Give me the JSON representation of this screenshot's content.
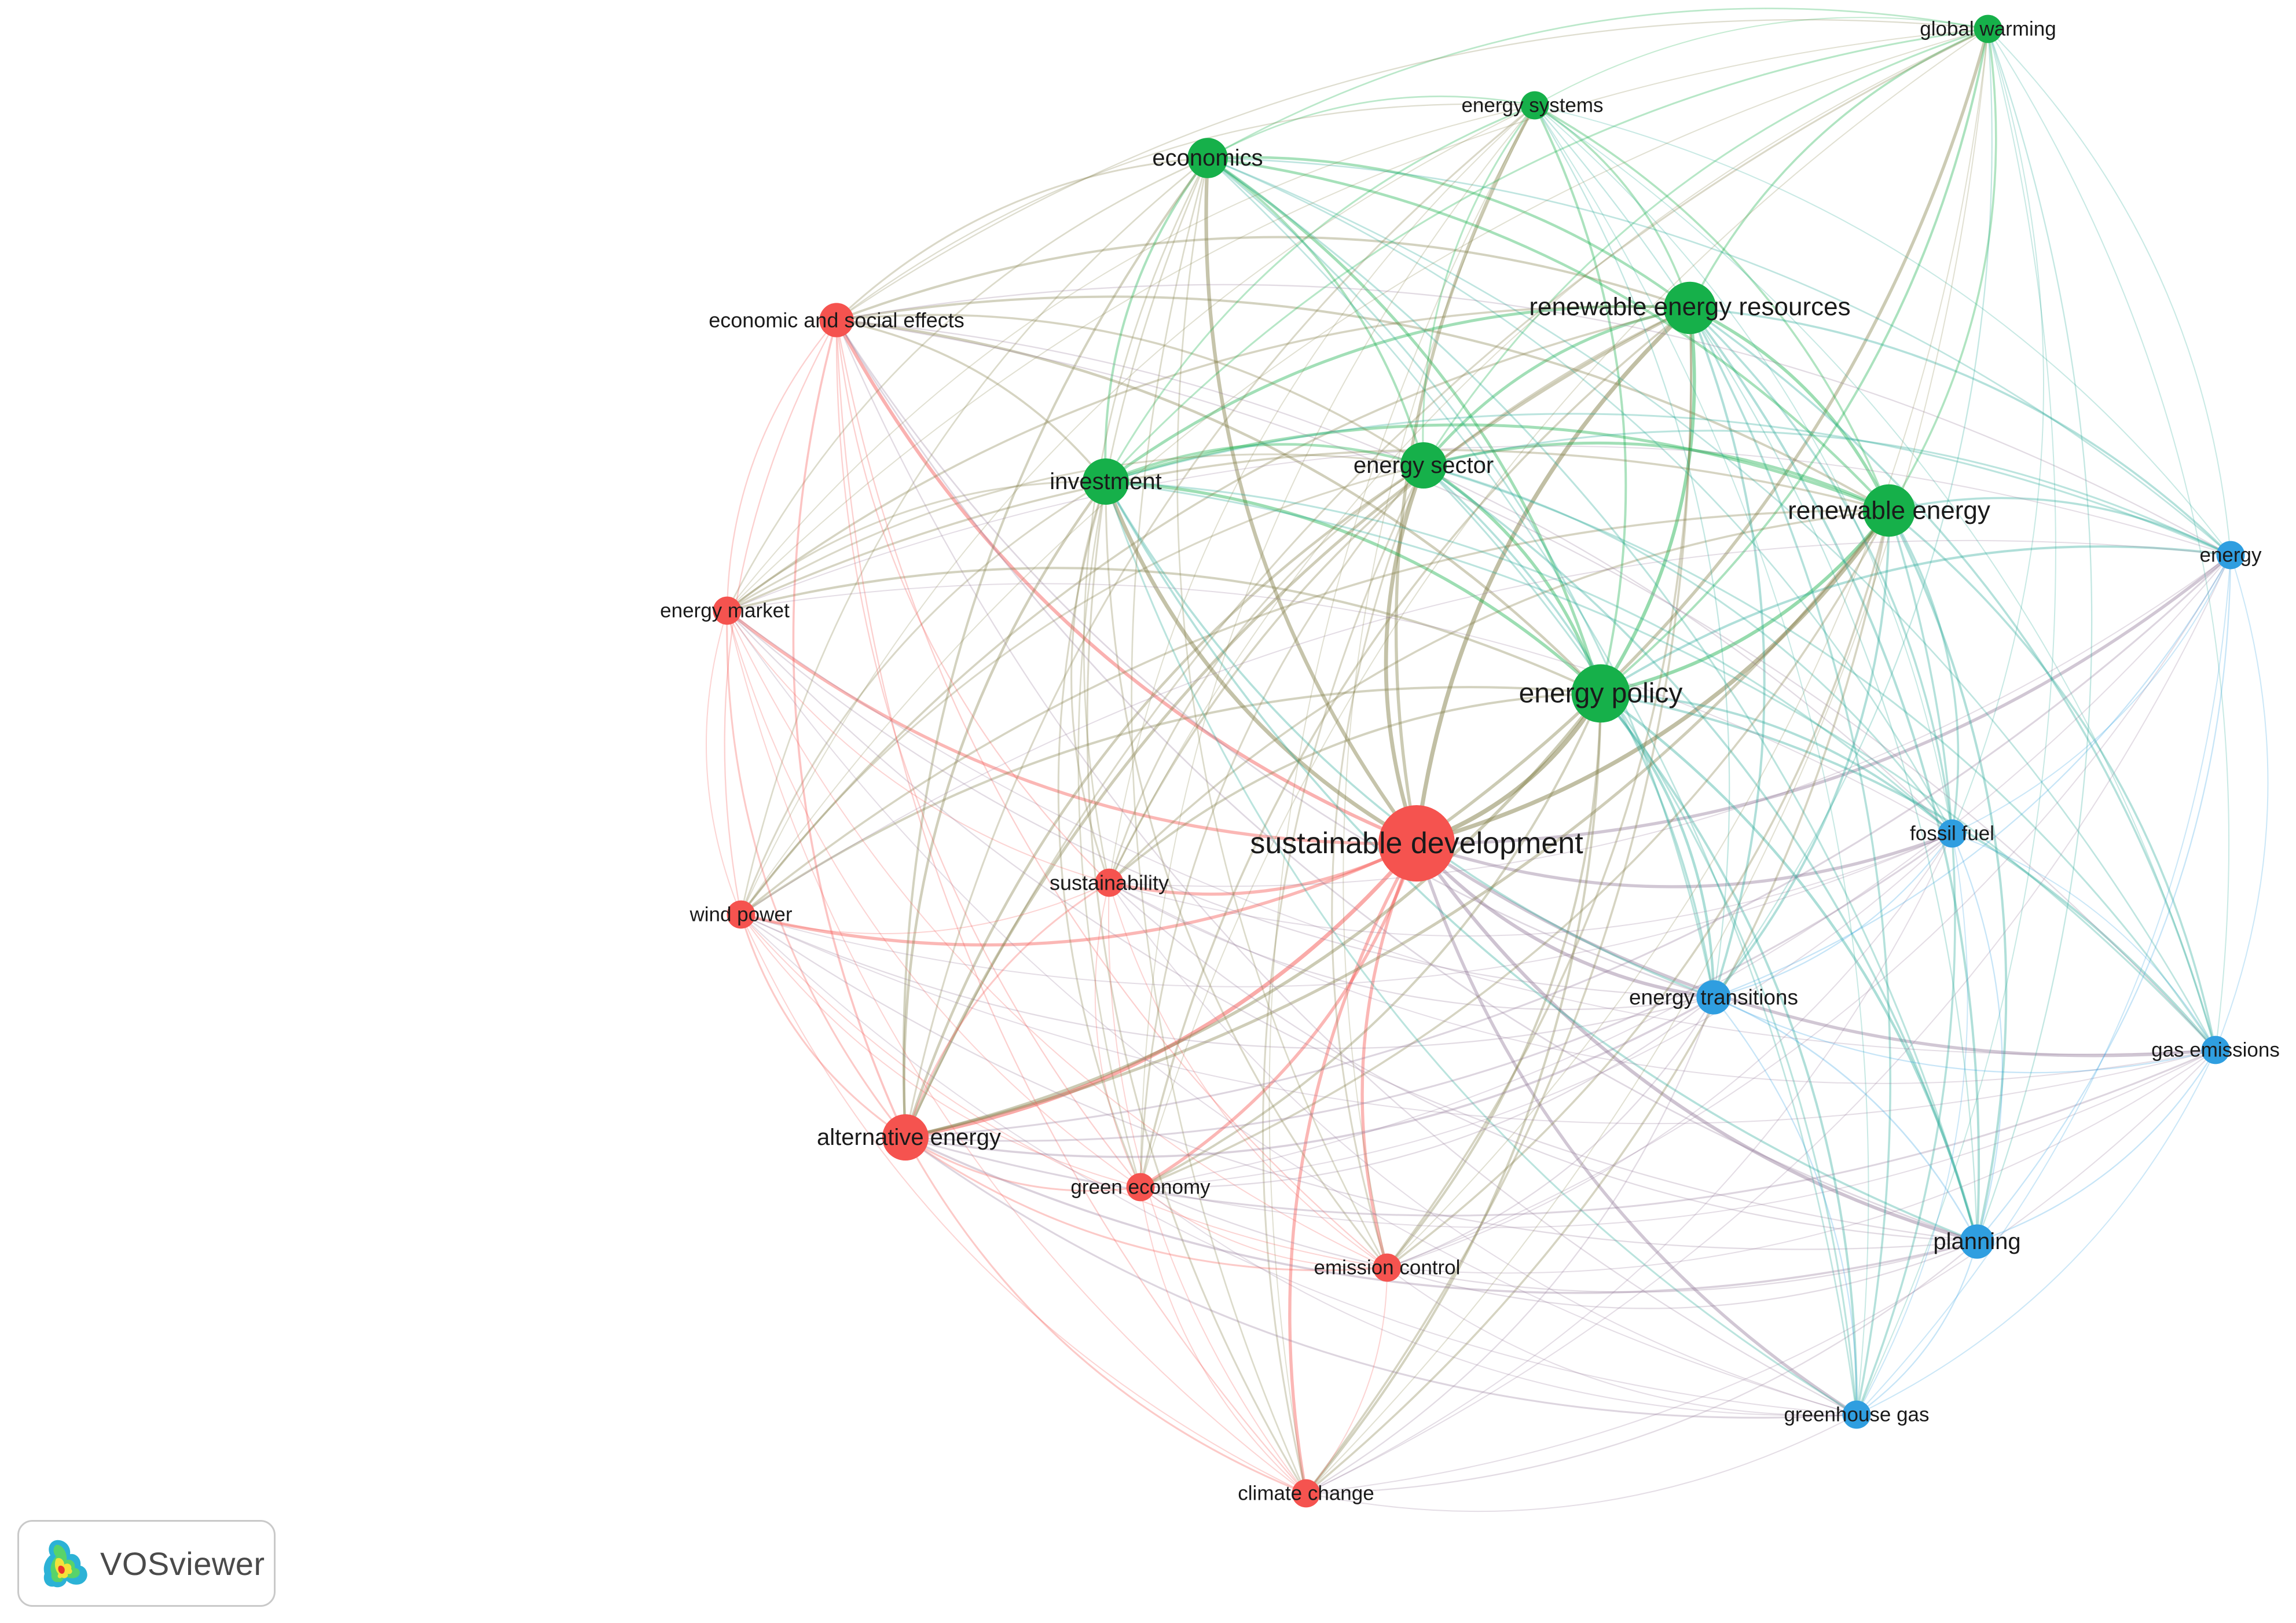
{
  "diagram": {
    "clusters": [
      {
        "id": "red",
        "color": "#f5534f"
      },
      {
        "id": "green",
        "color": "#16b04a"
      },
      {
        "id": "blue",
        "color": "#2f9ee0"
      }
    ],
    "nodes": [
      {
        "id": "sustainable_development",
        "label": "sustainable development",
        "cluster": "red",
        "weight": 10
      },
      {
        "id": "energy_policy",
        "label": "energy policy",
        "cluster": "green",
        "weight": 7
      },
      {
        "id": "renewable_energy_resources",
        "label": "renewable energy resources",
        "cluster": "green",
        "weight": 6
      },
      {
        "id": "renewable_energy",
        "label": "renewable energy",
        "cluster": "green",
        "weight": 6
      },
      {
        "id": "energy_sector",
        "label": "energy sector",
        "cluster": "green",
        "weight": 5
      },
      {
        "id": "investment",
        "label": "investment",
        "cluster": "green",
        "weight": 5
      },
      {
        "id": "economics",
        "label": "economics",
        "cluster": "green",
        "weight": 4
      },
      {
        "id": "energy_systems",
        "label": "energy systems",
        "cluster": "green",
        "weight": 2
      },
      {
        "id": "global_warming",
        "label": "global warming",
        "cluster": "green",
        "weight": 2
      },
      {
        "id": "economic_and_social_effects",
        "label": "economic and social effects",
        "cluster": "red",
        "weight": 3
      },
      {
        "id": "energy_market",
        "label": "energy market",
        "cluster": "red",
        "weight": 2
      },
      {
        "id": "wind_power",
        "label": "wind power",
        "cluster": "red",
        "weight": 2
      },
      {
        "id": "sustainability",
        "label": "sustainability",
        "cluster": "red",
        "weight": 2
      },
      {
        "id": "alternative_energy",
        "label": "alternative energy",
        "cluster": "red",
        "weight": 5
      },
      {
        "id": "green_economy",
        "label": "green economy",
        "cluster": "red",
        "weight": 2
      },
      {
        "id": "emission_control",
        "label": "emission control",
        "cluster": "red",
        "weight": 2
      },
      {
        "id": "climate_change",
        "label": "climate change",
        "cluster": "red",
        "weight": 2
      },
      {
        "id": "energy",
        "label": "energy",
        "cluster": "blue",
        "weight": 2
      },
      {
        "id": "fossil_fuel",
        "label": "fossil fuel",
        "cluster": "blue",
        "weight": 2
      },
      {
        "id": "energy_transitions",
        "label": "energy transitions",
        "cluster": "blue",
        "weight": 3
      },
      {
        "id": "gas_emissions",
        "label": "gas emissions",
        "cluster": "blue",
        "weight": 2
      },
      {
        "id": "planning",
        "label": "planning",
        "cluster": "blue",
        "weight": 3
      },
      {
        "id": "greenhouse_gas",
        "label": "greenhouse gas",
        "cluster": "blue",
        "weight": 2
      }
    ]
  },
  "badge": {
    "text": "VOSviewer"
  }
}
